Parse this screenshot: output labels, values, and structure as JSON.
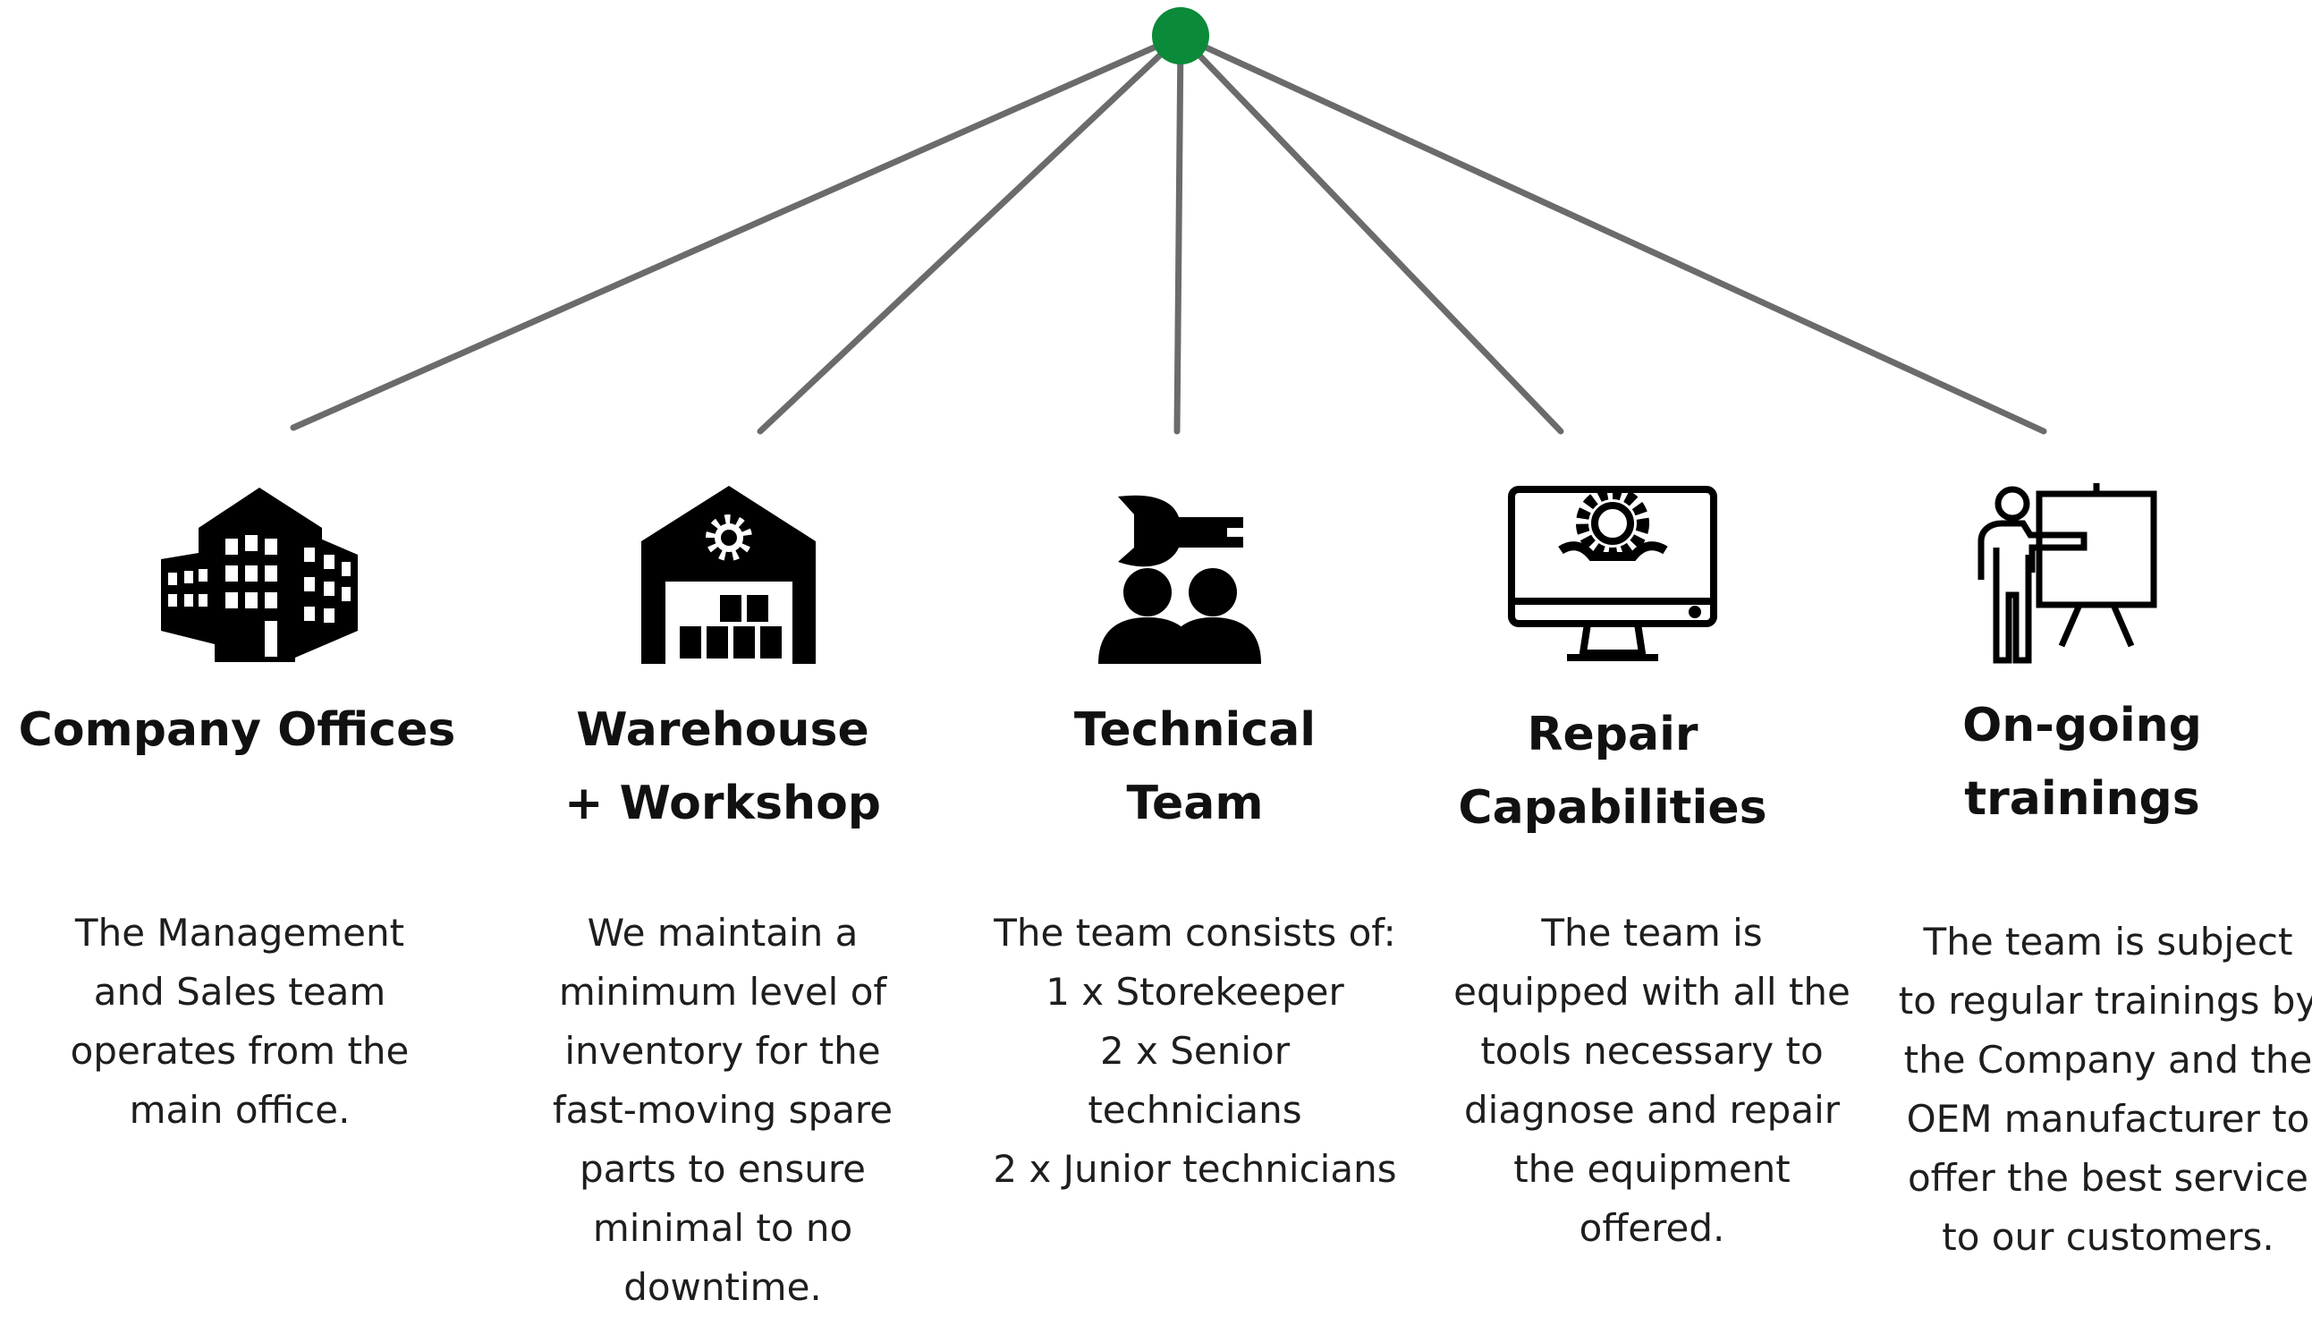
{
  "root": {
    "color": "#0b8a3a",
    "line_color": "#6b6b6b"
  },
  "nodes": [
    {
      "icon": "office-building-icon",
      "title_lines": [
        "Company Offices"
      ],
      "description": "The Management\nand Sales team\noperates from the\nmain office."
    },
    {
      "icon": "warehouse-gear-icon",
      "title_lines": [
        "Warehouse",
        "+ Workshop"
      ],
      "description": "We maintain a\nminimum level of\ninventory for the\nfast-moving spare\nparts to ensure\nminimal to no\ndowntime."
    },
    {
      "icon": "technicians-wrench-icon",
      "title_lines": [
        "Technical",
        "Team"
      ],
      "description": "The team consists of:\n1 x Storekeeper\n2 x Senior\ntechnicians\n2 x Junior technicians"
    },
    {
      "icon": "monitor-repair-icon",
      "title_lines": [
        "Repair",
        "Capabilities"
      ],
      "description": "The team is\nequipped with all the\ntools necessary to\ndiagnose and repair\nthe equipment\noffered."
    },
    {
      "icon": "trainer-presentation-icon",
      "title_lines": [
        "On-going",
        "trainings"
      ],
      "description": "The team is subject\nto regular trainings by\nthe Company and the\nOEM manufacturer to\noffer the best service\nto our customers."
    }
  ]
}
